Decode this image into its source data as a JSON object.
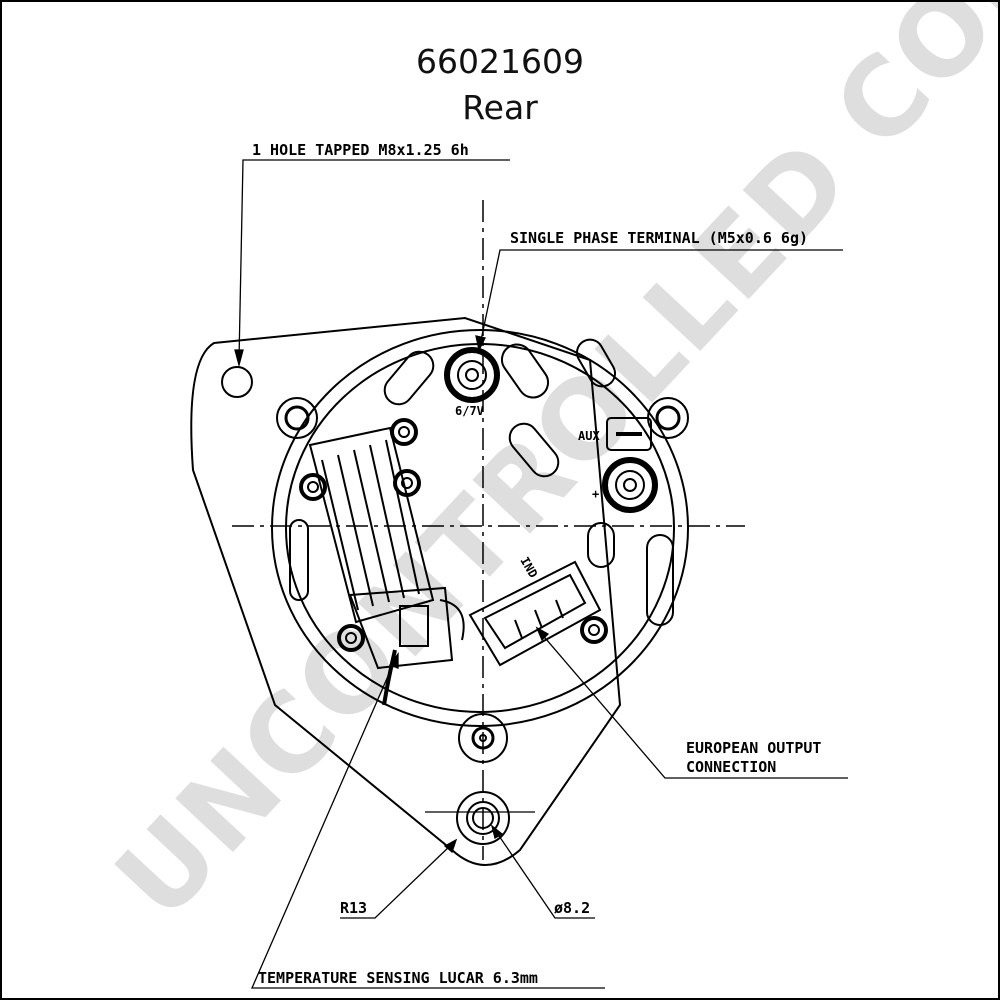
{
  "drawing": {
    "part_number": "66021609",
    "view": "Rear",
    "watermark": "UNCONTROLLED COPY",
    "labels": {
      "hole_tapped": "1 HOLE TAPPED M8x1.25 6h",
      "single_phase": "SINGLE PHASE TERMINAL (M5x0.6 6g)",
      "european_output_line1": "EUROPEAN OUTPUT",
      "european_output_line2": "CONNECTION",
      "radius": "R13",
      "diameter": "ø8.2",
      "temperature_sensing": "TEMPERATURE SENSING LUCAR 6.3mm"
    },
    "terminal_marks": {
      "voltage": "6/7V",
      "aux": "AUX",
      "ind": "IND",
      "plus": "+"
    }
  }
}
